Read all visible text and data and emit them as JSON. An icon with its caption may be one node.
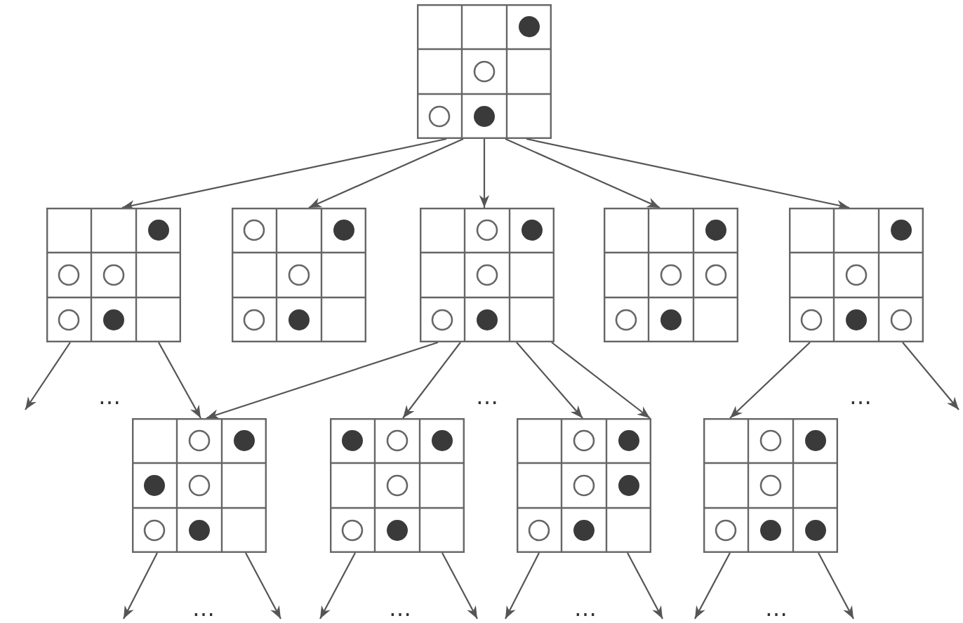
{
  "diagram": {
    "nodes": [
      {
        "text": [],
        "shape": "grid"
      },
      {
        "text": [],
        "shape": "grid"
      },
      {
        "text": [],
        "shape": "grid"
      },
      {
        "text": [],
        "shape": "grid"
      },
      {
        "text": [],
        "shape": "grid"
      },
      {
        "text": [],
        "shape": "grid"
      },
      {
        "text": [],
        "shape": "grid"
      },
      {
        "text": [],
        "shape": "grid"
      },
      {
        "text": [],
        "shape": "grid"
      },
      {
        "text": [],
        "shape": "grid"
      }
    ],
    "edges": [
      {
        "from": 0,
        "to": 1,
        "arrow": "to"
      },
      {
        "from": 0,
        "to": 2,
        "arrow": "to"
      },
      {
        "from": 0,
        "to": 3,
        "arrow": "to"
      },
      {
        "from": 0,
        "to": 4,
        "arrow": "to"
      },
      {
        "from": 0,
        "to": 5,
        "arrow": "to"
      },
      {
        "from": 1,
        "to": null,
        "arrow": "to"
      },
      {
        "from": 1,
        "to": 6,
        "arrow": "to"
      },
      {
        "from": 3,
        "to": 6,
        "arrow": "to"
      },
      {
        "from": 3,
        "to": 7,
        "arrow": "to"
      },
      {
        "from": 3,
        "to": 8,
        "arrow": "to"
      },
      {
        "from": 3,
        "to": 8,
        "arrow": "to"
      },
      {
        "from": 5,
        "to": 9,
        "arrow": "to"
      },
      {
        "from": 5,
        "to": null,
        "arrow": "to"
      },
      {
        "from": 6,
        "to": null,
        "arrow": "to"
      },
      {
        "from": 6,
        "to": null,
        "arrow": "to"
      },
      {
        "from": 7,
        "to": null,
        "arrow": "to"
      },
      {
        "from": 7,
        "to": null,
        "arrow": "to"
      },
      {
        "from": 8,
        "to": null,
        "arrow": "to"
      },
      {
        "from": 8,
        "to": null,
        "arrow": "to"
      },
      {
        "from": 9,
        "to": null,
        "arrow": "to"
      },
      {
        "from": 9,
        "to": null,
        "arrow": "to"
      }
    ],
    "labels": [
      "…",
      "…",
      "…",
      "…",
      "…",
      "…",
      "…"
    ]
  }
}
